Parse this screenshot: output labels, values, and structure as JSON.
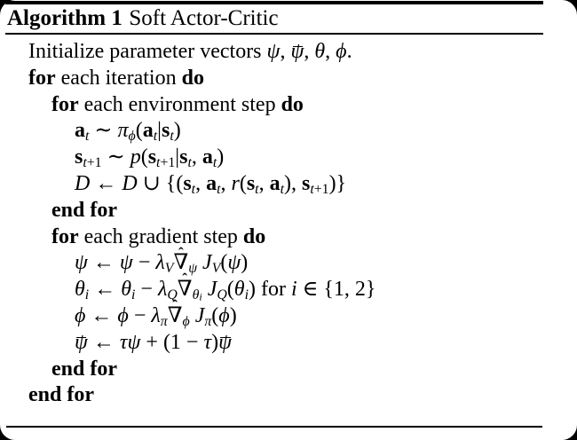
{
  "colors": {
    "background": "#ffffff",
    "text": "#000000",
    "frame": "#000000"
  },
  "algorithm": {
    "header": {
      "label": "Algorithm 1",
      "title": "Soft Actor-Critic"
    },
    "hat_char": "ˆ",
    "lines": [
      {
        "indent": 1,
        "tokens": [
          {
            "t": "Initialize parameter vectors ",
            "s": "rm"
          },
          {
            "t": "ψ",
            "s": "it"
          },
          {
            "t": ", ",
            "s": "rm"
          },
          {
            "t": "ψ",
            "s": "it",
            "bar": true
          },
          {
            "t": ", ",
            "s": "rm"
          },
          {
            "t": "θ",
            "s": "it"
          },
          {
            "t": ", ",
            "s": "rm"
          },
          {
            "t": "ϕ",
            "s": "it"
          },
          {
            "t": ".",
            "s": "rm"
          }
        ]
      },
      {
        "indent": 1,
        "tokens": [
          {
            "t": "for",
            "s": "kw"
          },
          {
            "t": " each iteration ",
            "s": "rm"
          },
          {
            "t": "do",
            "s": "kw"
          }
        ]
      },
      {
        "indent": 2,
        "tokens": [
          {
            "t": "for",
            "s": "kw"
          },
          {
            "t": " each environment step ",
            "s": "rm"
          },
          {
            "t": "do",
            "s": "kw"
          }
        ]
      },
      {
        "indent": 3,
        "tokens": [
          {
            "t": "a",
            "s": "bf"
          },
          {
            "t": "t",
            "s": "it",
            "sub": 1
          },
          {
            "t": " ∼ ",
            "s": "rm"
          },
          {
            "t": "π",
            "s": "it"
          },
          {
            "t": "ϕ",
            "s": "it",
            "sub": 1
          },
          {
            "t": "(",
            "s": "rm"
          },
          {
            "t": "a",
            "s": "bf"
          },
          {
            "t": "t",
            "s": "it",
            "sub": 1
          },
          {
            "t": "|",
            "s": "rm"
          },
          {
            "t": "s",
            "s": "bf"
          },
          {
            "t": "t",
            "s": "it",
            "sub": 1
          },
          {
            "t": ")",
            "s": "rm"
          }
        ]
      },
      {
        "indent": 3,
        "tokens": [
          {
            "t": "s",
            "s": "bf"
          },
          {
            "t": "t",
            "s": "it",
            "sub": 1
          },
          {
            "t": "+1",
            "s": "rm",
            "sub": 1
          },
          {
            "t": " ∼ ",
            "s": "rm"
          },
          {
            "t": "p",
            "s": "it"
          },
          {
            "t": "(",
            "s": "rm"
          },
          {
            "t": "s",
            "s": "bf"
          },
          {
            "t": "t",
            "s": "it",
            "sub": 1
          },
          {
            "t": "+1",
            "s": "rm",
            "sub": 1
          },
          {
            "t": "|",
            "s": "rm"
          },
          {
            "t": "s",
            "s": "bf"
          },
          {
            "t": "t",
            "s": "it",
            "sub": 1
          },
          {
            "t": ", ",
            "s": "rm"
          },
          {
            "t": "a",
            "s": "bf"
          },
          {
            "t": "t",
            "s": "it",
            "sub": 1
          },
          {
            "t": ")",
            "s": "rm"
          }
        ]
      },
      {
        "indent": 3,
        "tokens": [
          {
            "t": "D",
            "s": "it"
          },
          {
            "t": " ← ",
            "s": "rm"
          },
          {
            "t": "D",
            "s": "it"
          },
          {
            "t": " ∪ {(",
            "s": "rm"
          },
          {
            "t": "s",
            "s": "bf"
          },
          {
            "t": "t",
            "s": "it",
            "sub": 1
          },
          {
            "t": ", ",
            "s": "rm"
          },
          {
            "t": "a",
            "s": "bf"
          },
          {
            "t": "t",
            "s": "it",
            "sub": 1
          },
          {
            "t": ", ",
            "s": "rm"
          },
          {
            "t": "r",
            "s": "it"
          },
          {
            "t": "(",
            "s": "rm"
          },
          {
            "t": "s",
            "s": "bf"
          },
          {
            "t": "t",
            "s": "it",
            "sub": 1
          },
          {
            "t": ", ",
            "s": "rm"
          },
          {
            "t": "a",
            "s": "bf"
          },
          {
            "t": "t",
            "s": "it",
            "sub": 1
          },
          {
            "t": "), ",
            "s": "rm"
          },
          {
            "t": "s",
            "s": "bf"
          },
          {
            "t": "t",
            "s": "it",
            "sub": 1
          },
          {
            "t": "+1",
            "s": "rm",
            "sub": 1
          },
          {
            "t": ")}",
            "s": "rm"
          }
        ]
      },
      {
        "indent": 2,
        "tokens": [
          {
            "t": "end for",
            "s": "kw"
          }
        ]
      },
      {
        "indent": 2,
        "tokens": [
          {
            "t": "for",
            "s": "kw"
          },
          {
            "t": " each gradient step ",
            "s": "rm"
          },
          {
            "t": "do",
            "s": "kw"
          }
        ]
      },
      {
        "indent": 3,
        "tokens": [
          {
            "t": "ψ",
            "s": "it"
          },
          {
            "t": " ← ",
            "s": "rm"
          },
          {
            "t": "ψ",
            "s": "it"
          },
          {
            "t": " − ",
            "s": "rm"
          },
          {
            "t": "λ",
            "s": "it"
          },
          {
            "t": "V",
            "s": "it",
            "sub": 1
          },
          {
            "t": "∇",
            "s": "rm",
            "hat": true
          },
          {
            "t": "ψ",
            "s": "it",
            "sub": 1
          },
          {
            "t": " ",
            "s": "rm"
          },
          {
            "t": "J",
            "s": "it"
          },
          {
            "t": "V",
            "s": "it",
            "sub": 1
          },
          {
            "t": "(",
            "s": "rm"
          },
          {
            "t": "ψ",
            "s": "it"
          },
          {
            "t": ")",
            "s": "rm"
          }
        ]
      },
      {
        "indent": 3,
        "tokens": [
          {
            "t": "θ",
            "s": "it"
          },
          {
            "t": "i",
            "s": "it",
            "sub": 1
          },
          {
            "t": " ← ",
            "s": "rm"
          },
          {
            "t": "θ",
            "s": "it"
          },
          {
            "t": "i",
            "s": "it",
            "sub": 1
          },
          {
            "t": " − ",
            "s": "rm"
          },
          {
            "t": "λ",
            "s": "it"
          },
          {
            "t": "Q",
            "s": "it",
            "sub": 1
          },
          {
            "t": "∇",
            "s": "rm",
            "hat": true
          },
          {
            "t": "θ",
            "s": "it",
            "sub": 1
          },
          {
            "t": "i",
            "s": "it",
            "sub": 2
          },
          {
            "t": " ",
            "s": "rm"
          },
          {
            "t": "J",
            "s": "it"
          },
          {
            "t": "Q",
            "s": "it",
            "sub": 1
          },
          {
            "t": "(",
            "s": "rm"
          },
          {
            "t": "θ",
            "s": "it"
          },
          {
            "t": "i",
            "s": "it",
            "sub": 1
          },
          {
            "t": ") for ",
            "s": "rm"
          },
          {
            "t": "i",
            "s": "it"
          },
          {
            "t": " ∈ {1, 2}",
            "s": "rm"
          }
        ]
      },
      {
        "indent": 3,
        "tokens": [
          {
            "t": "ϕ",
            "s": "it"
          },
          {
            "t": " ← ",
            "s": "rm"
          },
          {
            "t": "ϕ",
            "s": "it"
          },
          {
            "t": " − ",
            "s": "rm"
          },
          {
            "t": "λ",
            "s": "it"
          },
          {
            "t": "π",
            "s": "it",
            "sub": 1
          },
          {
            "t": "∇",
            "s": "rm",
            "hat": true
          },
          {
            "t": "ϕ",
            "s": "it",
            "sub": 1
          },
          {
            "t": " ",
            "s": "rm"
          },
          {
            "t": "J",
            "s": "it"
          },
          {
            "t": "π",
            "s": "it",
            "sub": 1
          },
          {
            "t": "(",
            "s": "rm"
          },
          {
            "t": "ϕ",
            "s": "it"
          },
          {
            "t": ")",
            "s": "rm"
          }
        ]
      },
      {
        "indent": 3,
        "tokens": [
          {
            "t": "ψ",
            "s": "it",
            "bar": true
          },
          {
            "t": " ← ",
            "s": "rm"
          },
          {
            "t": "τ",
            "s": "it"
          },
          {
            "t": "ψ",
            "s": "it"
          },
          {
            "t": " + (1 − ",
            "s": "rm"
          },
          {
            "t": "τ",
            "s": "it"
          },
          {
            "t": ")",
            "s": "rm"
          },
          {
            "t": "ψ",
            "s": "it",
            "bar": true
          }
        ]
      },
      {
        "indent": 2,
        "tokens": [
          {
            "t": "end for",
            "s": "kw"
          }
        ]
      },
      {
        "indent": 1,
        "tokens": [
          {
            "t": "end for",
            "s": "kw"
          }
        ]
      }
    ]
  }
}
